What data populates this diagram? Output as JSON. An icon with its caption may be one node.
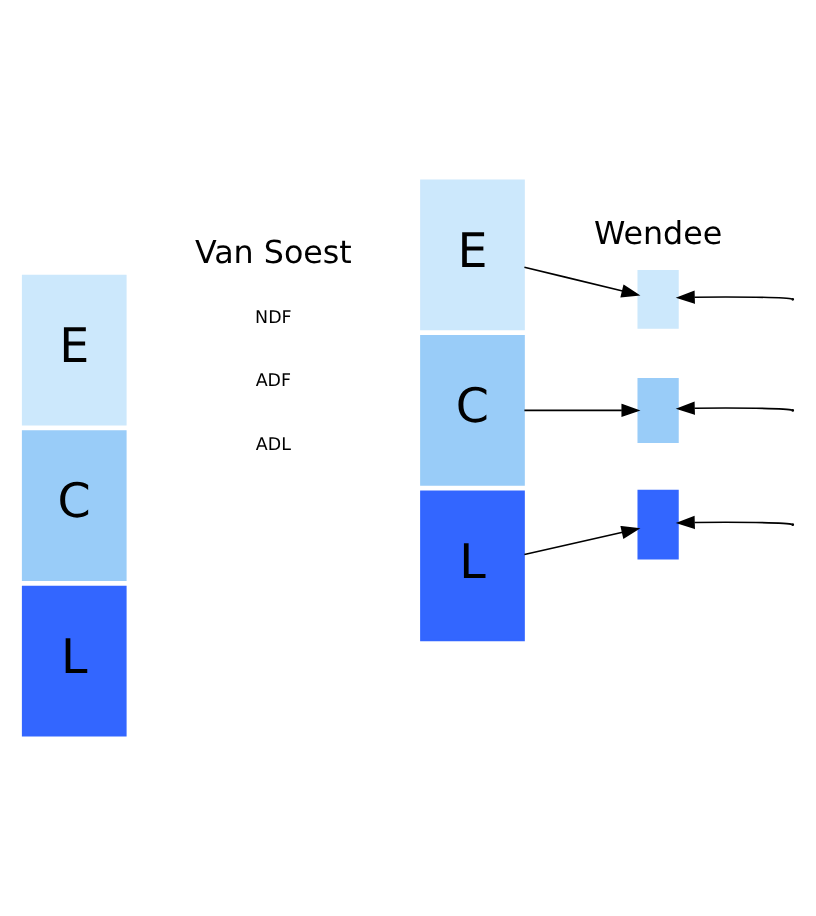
{
  "diagram": {
    "nodes": [
      {
        "text": [
          "E"
        ]
      },
      {
        "text": [
          "C"
        ]
      },
      {
        "text": [
          "L"
        ]
      },
      {
        "text": [
          "E"
        ]
      },
      {
        "text": [
          "C"
        ]
      },
      {
        "text": [
          "L"
        ]
      },
      {
        "text": [],
        "shape": "box"
      },
      {
        "text": [],
        "shape": "box"
      },
      {
        "text": [],
        "shape": "box"
      }
    ],
    "edges": [
      {
        "from": 3,
        "to": 6,
        "arrow": "to"
      },
      {
        "from": 4,
        "to": 7,
        "arrow": "to"
      },
      {
        "from": 5,
        "to": 8,
        "arrow": "to"
      },
      {
        "from": null,
        "to": 6,
        "arrow": "to"
      },
      {
        "from": null,
        "to": 7,
        "arrow": "to"
      },
      {
        "from": null,
        "to": 8,
        "arrow": "to"
      }
    ],
    "labels": [
      "Van Soest",
      "Wendee",
      "NDF",
      "ADF",
      "ADL"
    ]
  }
}
